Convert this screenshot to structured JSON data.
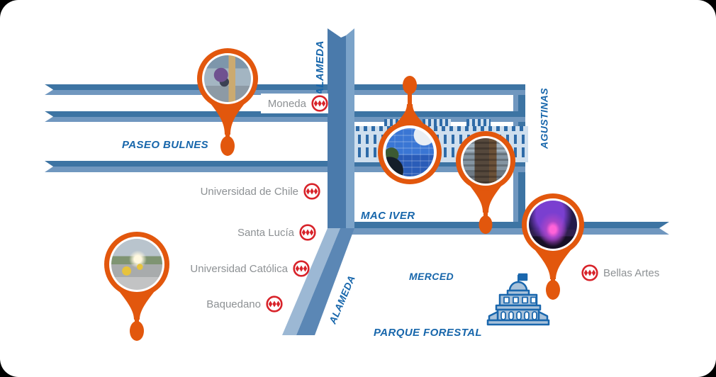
{
  "map": {
    "streets": {
      "alameda_top": {
        "label": "ALAMEDA"
      },
      "paseo_bulnes": {
        "label": "PASEO BULNES"
      },
      "agustinas": {
        "label": "AGUSTINAS"
      },
      "mac_iver": {
        "label": "MAC IVER"
      },
      "merced": {
        "label": "MERCED"
      },
      "parque_forestal": {
        "label": "PARQUE FORESTAL"
      },
      "alameda_diagonal": {
        "label": "ALAMEDA"
      }
    },
    "stations": {
      "moneda": {
        "label": "Moneda"
      },
      "universidad_de_chile": {
        "label": "Universidad de Chile"
      },
      "santa_lucia": {
        "label": "Santa Lucía"
      },
      "universidad_catolica": {
        "label": "Universidad Católica"
      },
      "baquedano": {
        "label": "Baquedano"
      },
      "bellas_artes": {
        "label": "Bellas Artes"
      }
    },
    "pins": {
      "restoration": {
        "photo_subject": "worker-restoring-monument"
      },
      "blue_building": {
        "photo_subject": "blue-tiled-building-facade"
      },
      "tower": {
        "photo_subject": "tower-building-with-mural"
      },
      "gam_night": {
        "photo_subject": "cultural-center-purple-canopy-at-night"
      },
      "plaza": {
        "photo_subject": "plaza-with-yellow-dome-sculptures"
      }
    },
    "landmark": {
      "name": "la-moneda-palace"
    },
    "colors": {
      "road_dark": "#3d74a3",
      "road_light": "#7097bf",
      "street_label_blue": "#1766ab",
      "station_label_gray": "#8d9194",
      "metro_red": "#d8232a",
      "pin_orange": "#e2570d",
      "building_fill": "#cfdfee",
      "building_line": "#2e6ba8",
      "palace_fill": "#a9c2da",
      "palace_line": "#1a67ad",
      "card_bg": "#ffffff",
      "page_bg": "#000000"
    }
  }
}
